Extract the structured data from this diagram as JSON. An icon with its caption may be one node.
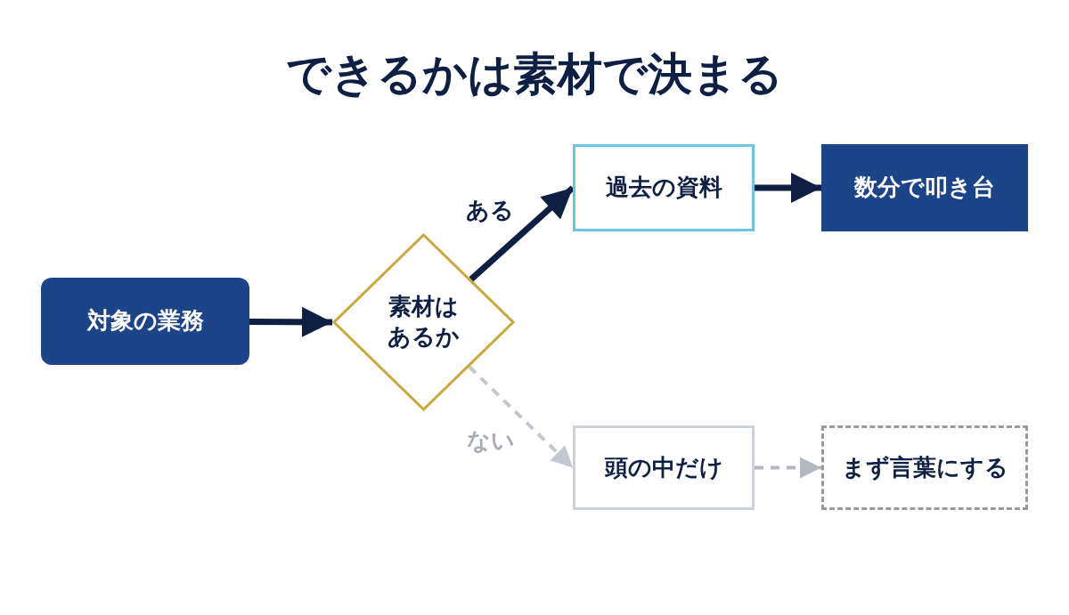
{
  "diagram": {
    "title": "できるかは素材で決まる",
    "nodes": [
      {
        "text": [
          "対象の業務"
        ]
      },
      {
        "text": [
          "素材はあるか"
        ]
      },
      {
        "text": [
          "過去の資料"
        ]
      },
      {
        "text": [
          "数分で叩き台"
        ]
      },
      {
        "text": [
          "頭の中だけ"
        ]
      },
      {
        "text": [
          "まず言葉にする"
        ]
      }
    ],
    "edges": [
      {
        "from": 0,
        "to": 1,
        "arrow": "to"
      },
      {
        "from": 1,
        "to": 2,
        "arrow": "to",
        "label": "ある"
      },
      {
        "from": 2,
        "to": 3,
        "arrow": "to"
      },
      {
        "from": 1,
        "to": 4,
        "arrow": "to",
        "label": "ない",
        "style": "dashed",
        "color": "#c3c7cf"
      },
      {
        "from": 4,
        "to": 5,
        "arrow": "to",
        "style": "dashed",
        "color": "#b3b7bf"
      }
    ]
  }
}
